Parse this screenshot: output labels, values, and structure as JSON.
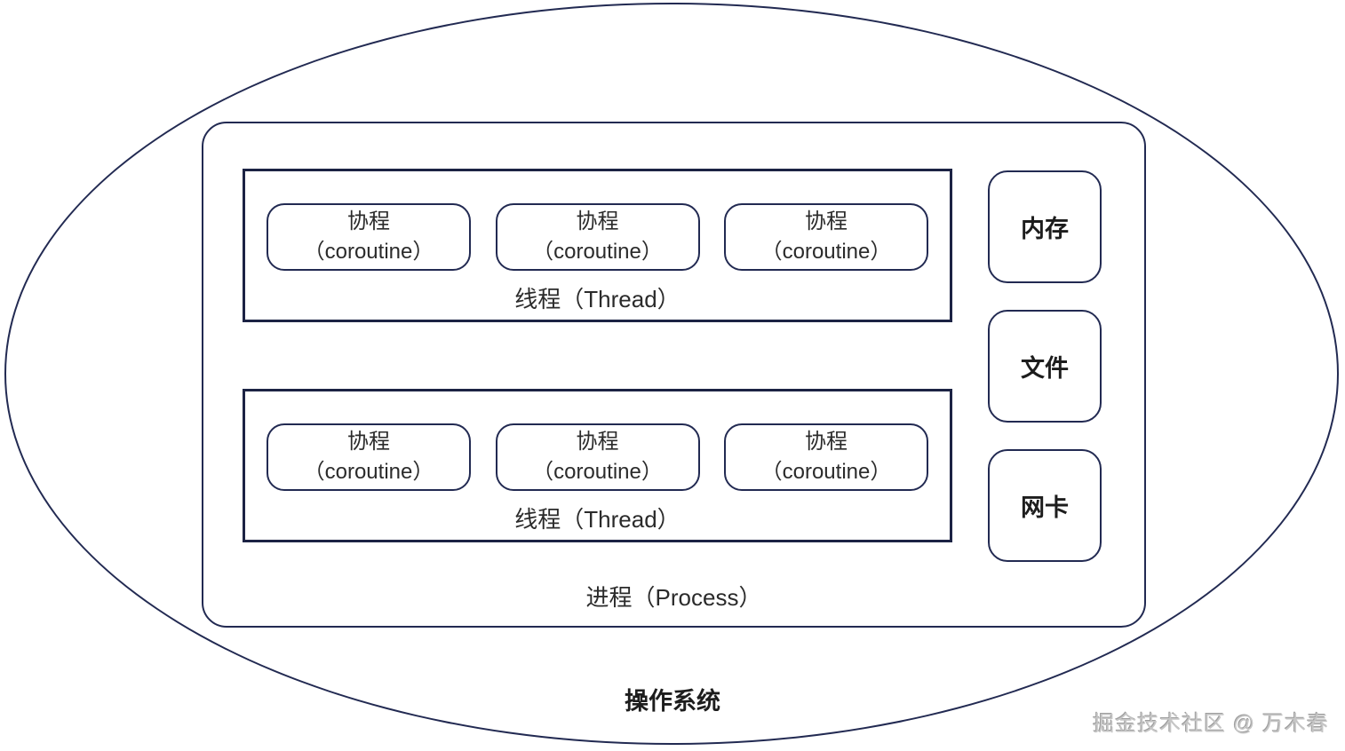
{
  "os_label": "操作系统",
  "process": {
    "label": "进程（Process）",
    "threads": [
      {
        "label": "线程（Thread）",
        "coroutines": [
          {
            "name": "协程",
            "sub": "（coroutine）"
          },
          {
            "name": "协程",
            "sub": "（coroutine）"
          },
          {
            "name": "协程",
            "sub": "（coroutine）"
          }
        ]
      },
      {
        "label": "线程（Thread）",
        "coroutines": [
          {
            "name": "协程",
            "sub": "（coroutine）"
          },
          {
            "name": "协程",
            "sub": "（coroutine）"
          },
          {
            "name": "协程",
            "sub": "（coroutine）"
          }
        ]
      }
    ]
  },
  "resources": [
    {
      "label": "内存"
    },
    {
      "label": "文件"
    },
    {
      "label": "网卡"
    }
  ],
  "watermark": "掘金技术社区 @ 万木春",
  "colors": {
    "border": "#222a52",
    "thread_border": "#1c2344",
    "text": "#2b2b2b",
    "watermark": "#c6c6c6"
  }
}
